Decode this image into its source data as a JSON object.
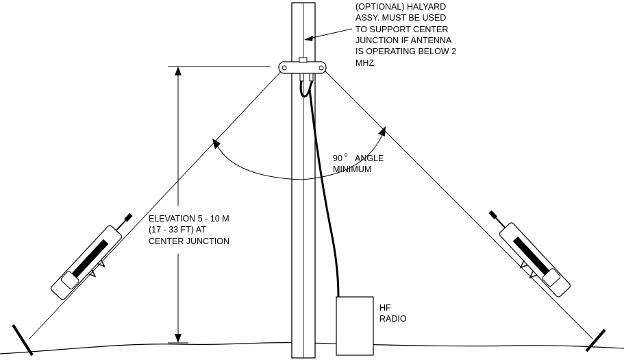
{
  "labels": {
    "halyard": [
      "(OPTIONAL) HALYARD",
      "ASSY. MUST BE USED",
      "TO SUPPORT CENTER",
      "JUNCTION IF ANTENNA",
      "IS OPERATING BELOW 2",
      "MHZ"
    ],
    "angle_value": "90",
    "angle_degree": "0",
    "angle_word": "ANGLE",
    "angle_minimum": "MINIMUM",
    "elevation": [
      "ELEVATION  5 - 10 M",
      "(17 - 33 FT) AT",
      "CENTER JUNCTION"
    ],
    "radio": [
      "HF",
      "RADIO"
    ]
  },
  "colors": {
    "line": "#000000",
    "fill": "#ffffff"
  }
}
